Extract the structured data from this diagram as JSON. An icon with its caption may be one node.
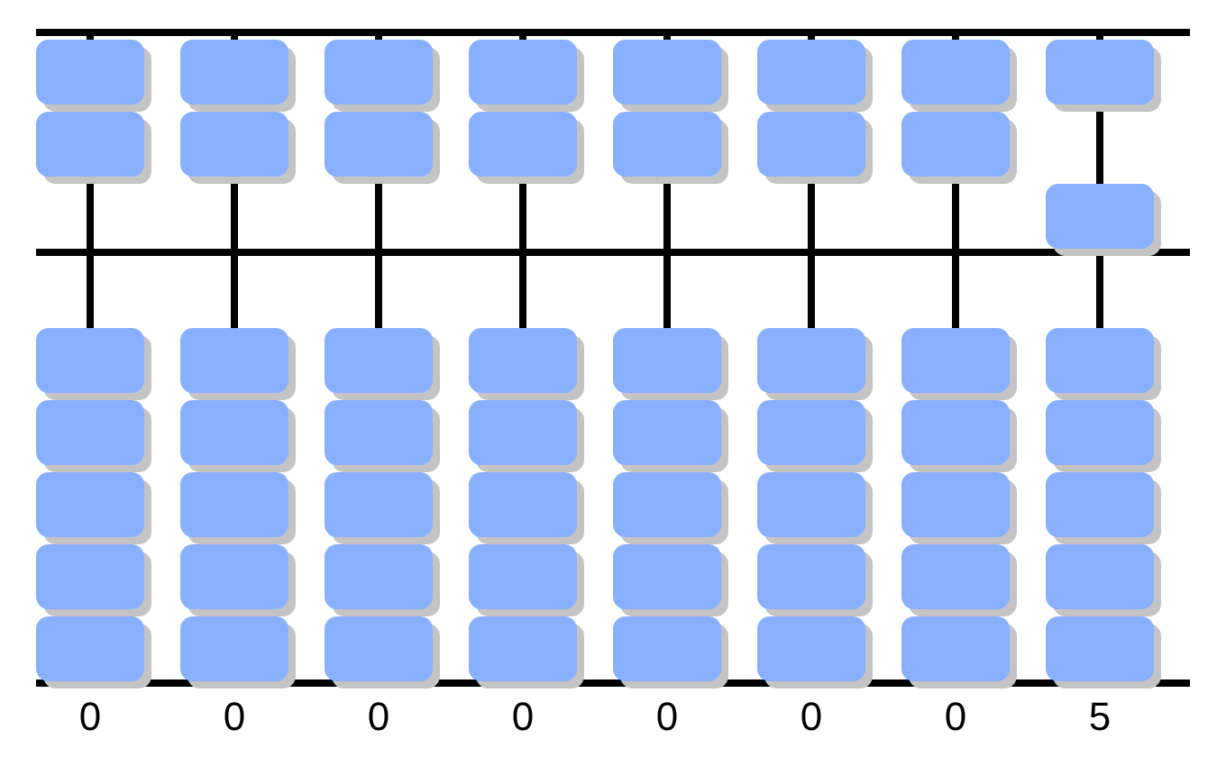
{
  "diagram": {
    "labels": [
      "0",
      "0",
      "0",
      "0",
      "0",
      "0",
      "0",
      "5"
    ]
  }
}
